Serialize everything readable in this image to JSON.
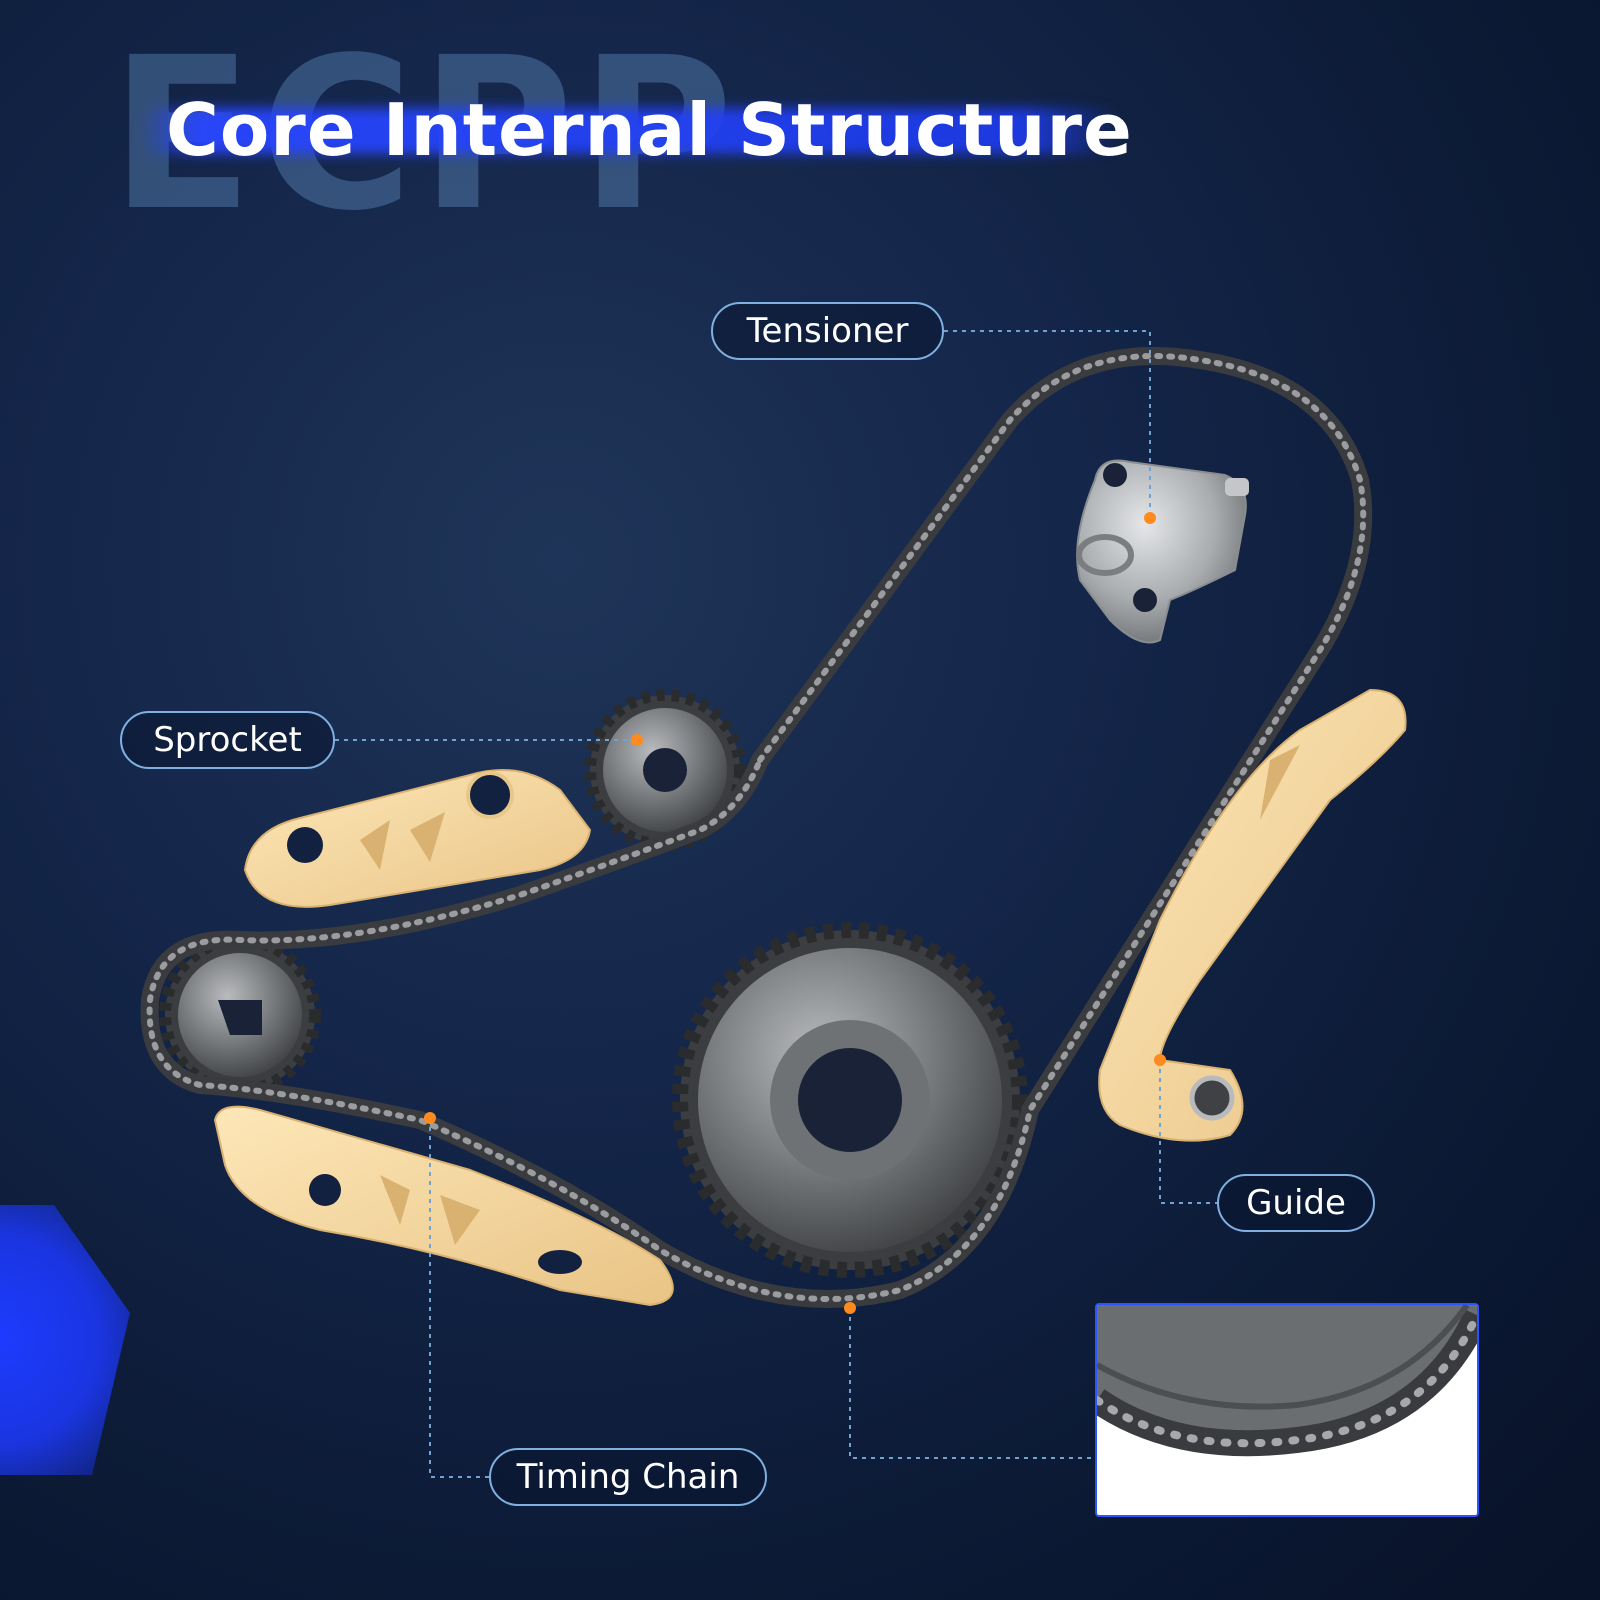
{
  "brand_watermark": "ECPP",
  "title": "Core Internal Structure",
  "callouts": {
    "tensioner": "Tensioner",
    "sprocket": "Sprocket",
    "guide": "Guide",
    "timing_chain": "Timing Chain"
  },
  "colors": {
    "background_top": "#1f3558",
    "background_bottom": "#081228",
    "accent_blue": "#2a54ff",
    "callout_border": "#7fb0e0",
    "leader_line": "#6fa3d6",
    "pointer_dot": "#ff8a1e",
    "guide_plastic": "#f6d9a0",
    "steel": "#8d8f92"
  }
}
